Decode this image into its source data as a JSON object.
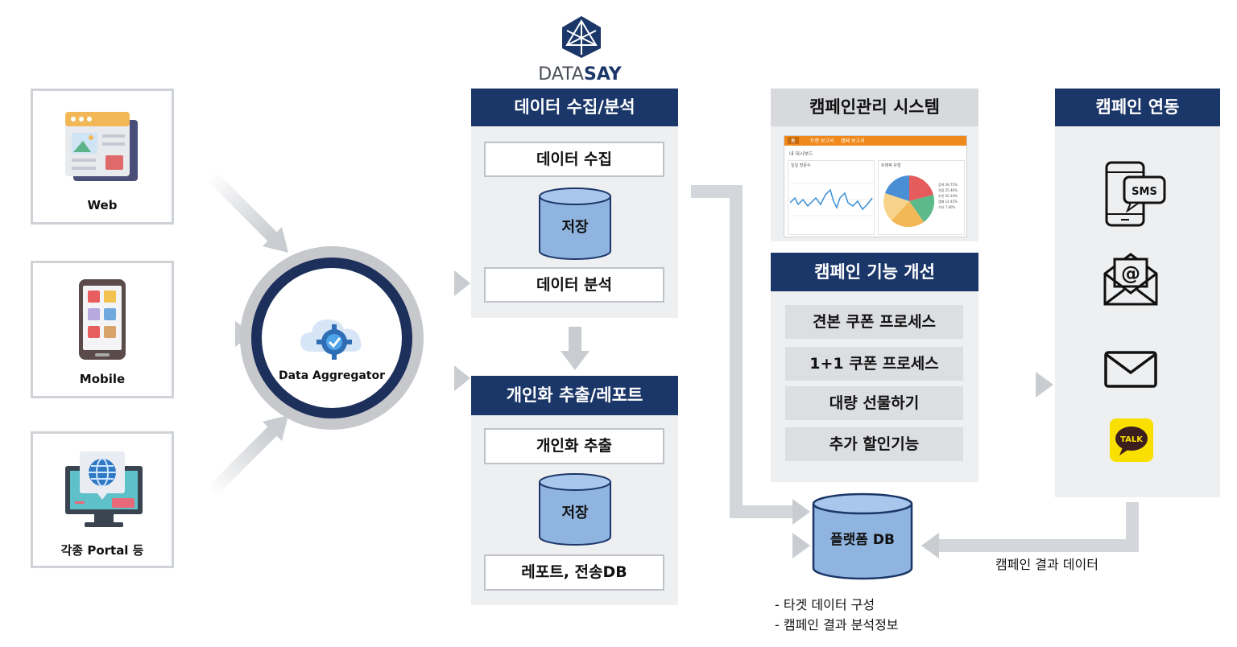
{
  "logo": {
    "text_part1": "DATA",
    "text_part2": "SAY"
  },
  "sources": [
    {
      "label": "Web"
    },
    {
      "label": "Mobile"
    },
    {
      "label": "각종 Portal 등"
    }
  ],
  "aggregator": {
    "label": "Data Aggregator"
  },
  "collect_panel": {
    "title": "데이터 수집/분석",
    "item_top": "데이터 수집",
    "storage": "저장",
    "item_bottom": "데이터 분석"
  },
  "report_panel": {
    "title": "개인화 추출/레포트",
    "item_top": "개인화 추출",
    "storage": "저장",
    "item_bottom": "레포트, 전송DB"
  },
  "campaign_system": {
    "title": "캠페인관리 시스템",
    "dashboard": {
      "tabs": [
        "홈",
        "트랜 보고서",
        "캠페 보고서"
      ],
      "subtitle": "내 대시보드",
      "left_title": "일일 방문수",
      "right_title": "트래픽 유형",
      "legend": [
        "검색 39.75%",
        "직접 25.46%",
        "추천 20.34%",
        "캠페 14.45%",
        "기타 7.00%"
      ]
    }
  },
  "feature_panel": {
    "title": "캠페인 기능 개선",
    "items": [
      "견본 쿠폰 프로세스",
      "1+1 쿠폰 프로세스",
      "대량 선물하기",
      "추가 할인기능"
    ]
  },
  "campaign_link": {
    "title": "캠페인 연동",
    "sms_label": "SMS",
    "email_symbol": "@",
    "talk_label": "TALK"
  },
  "platform_db": {
    "label": "플랫폼 DB"
  },
  "result_label": "캠페인 결과 데이터",
  "notes": [
    "- 타겟 데이터 구성",
    "- 캠페인 결과 분석정보"
  ],
  "colors": {
    "navy": "#1b3668",
    "panel_bg": "#eeeff1",
    "cylinder": "#8fb4e0",
    "orange": "#f0891b",
    "talk_yellow": "#f9e000"
  }
}
